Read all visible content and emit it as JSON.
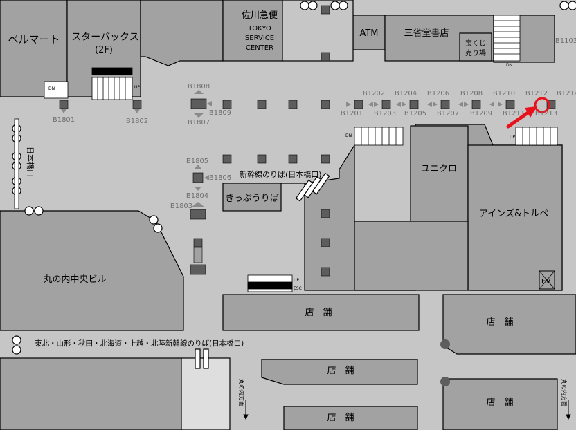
{
  "colors": {
    "floor": "#c6c6c6",
    "building": "#a2a2a2",
    "pillar": "#5d5d5d",
    "highlight": "#e8121b",
    "exit_light": "#dedede",
    "label": "#000000",
    "exit_label": "#6f6f6f"
  },
  "stores": {
    "bellmart": "ベルマート",
    "starbucks": "スターバックス",
    "starbucks_floor": "(2F)",
    "sagawa": "佐川急便",
    "sagawa_en1": "TOKYO",
    "sagawa_en2": "SERVICE",
    "sagawa_en3": "CENTER",
    "atm": "ATM",
    "sanseido": "三省堂書店",
    "takarakuji1": "宝くじ",
    "takarakuji2": "売り場",
    "uniqlo": "ユニクロ",
    "ainz": "アインズ&トルペ",
    "kippu": "きっぷうりば",
    "marunouchi_bldg": "丸の内中央ビル",
    "shop1": "店　舗",
    "shop2": "店　舗",
    "shop3": "店　舗",
    "shop4": "店　舗",
    "shop5": "店　舗"
  },
  "areas": {
    "shinkansen": "新幹線のりば(日本橋口)",
    "tohoku_line": "東北・山形・秋田・北海道・上越・北陸新幹線のりば(日本橋口)",
    "nihonbashi_exit": "日本橋口",
    "marunouchi_dir_left": "丸の内方面",
    "marunouchi_dir_right": "丸の内方面",
    "ev": "EV"
  },
  "stairs": {
    "dn": "DN",
    "up": "UP",
    "esc": "ESC"
  },
  "exits": {
    "B1808": "B1808",
    "B1809": "B1809",
    "B1807": "B1807",
    "B1801": "B1801",
    "B1802": "B1802",
    "B1202": "B1202",
    "B1204": "B1204",
    "B1206": "B1206",
    "B1208": "B1208",
    "B1210": "B1210",
    "B1212": "B1212",
    "B1214": "B1214",
    "B1201": "B1201",
    "B1203": "B1203",
    "B1205": "B1205",
    "B1207": "B1207",
    "B1209": "B1209",
    "B1211": "B1211",
    "B1213": "B1213",
    "B1103": "B1103",
    "B1805": "B1805",
    "B1806": "B1806",
    "B1804": "B1804",
    "B1803": "B1803"
  }
}
